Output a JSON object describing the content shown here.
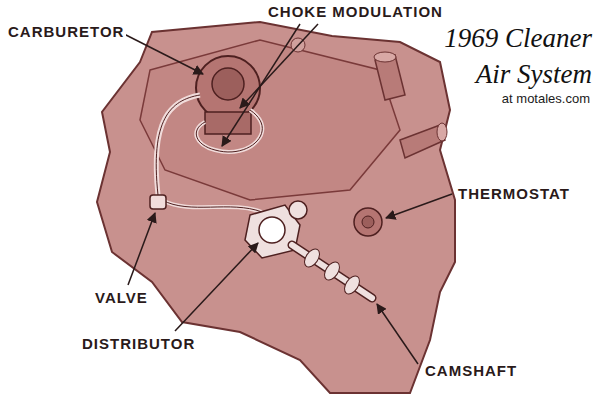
{
  "diagram": {
    "title": "1969 Cleaner Air System",
    "labels": [
      "CARBURETOR",
      "CHOKE MODULATION",
      "THERMOSTAT",
      "VALVE",
      "DISTRIBUTOR",
      "CAMSHAFT",
      "at motales.com"
    ]
  }
}
